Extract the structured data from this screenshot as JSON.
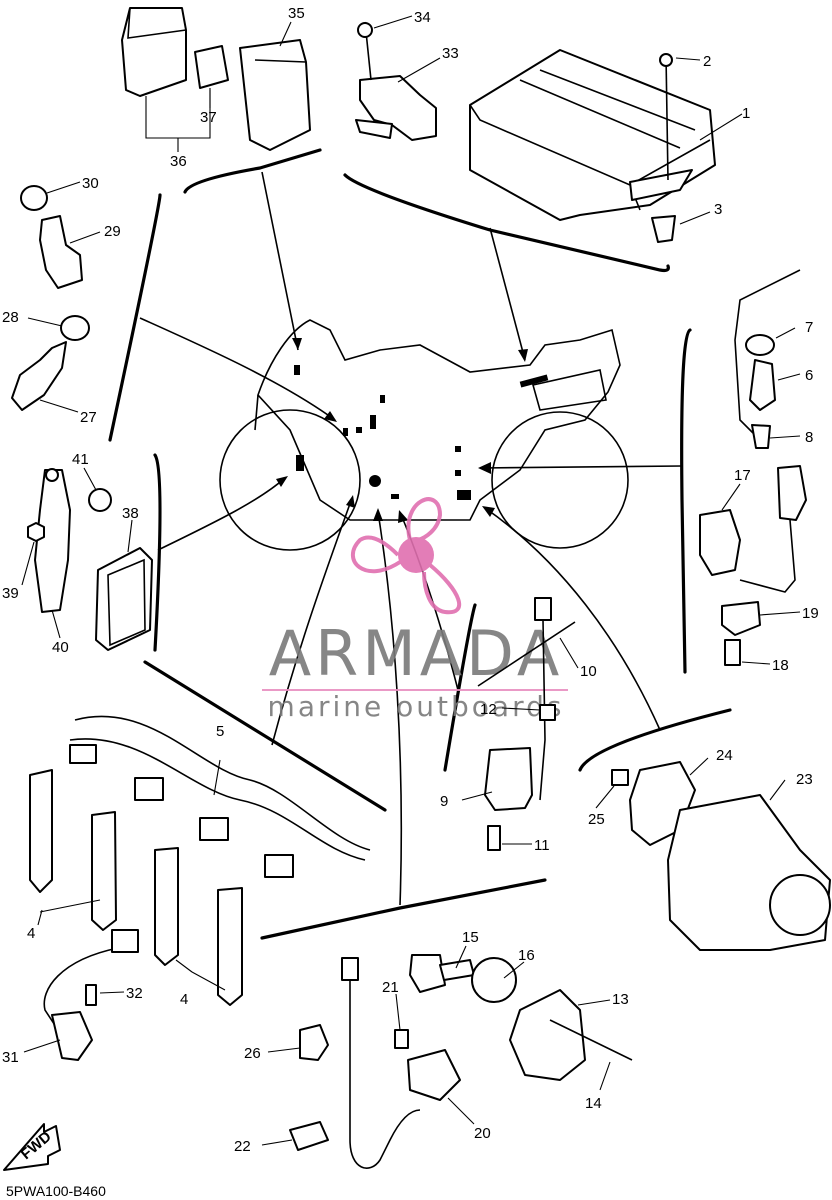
{
  "diagram": {
    "page_code": "5PWA100-B460",
    "fwd_arrow_label": "FWD",
    "watermark": {
      "brand": "ARMADA",
      "tagline": "marine outboards",
      "color": "#e88fc0",
      "logo_color": "#e070b0"
    },
    "callouts": {
      "c1": "1",
      "c2": "2",
      "c3": "3",
      "c4a": "4",
      "c4b": "4",
      "c5": "5",
      "c6": "6",
      "c7": "7",
      "c8": "8",
      "c9": "9",
      "c10": "10",
      "c11": "11",
      "c12": "12",
      "c13": "13",
      "c14": "14",
      "c15": "15",
      "c16": "16",
      "c17": "17",
      "c18": "18",
      "c19": "19",
      "c20": "20",
      "c21": "21",
      "c22": "22",
      "c23": "23",
      "c24": "24",
      "c25": "25",
      "c26": "26",
      "c27": "27",
      "c28": "28",
      "c29": "29",
      "c30": "30",
      "c31": "31",
      "c32": "32",
      "c33": "33",
      "c34": "34",
      "c35": "35",
      "c36": "36",
      "c37": "37",
      "c38": "38",
      "c39": "39",
      "c40": "40",
      "c41": "41"
    }
  }
}
